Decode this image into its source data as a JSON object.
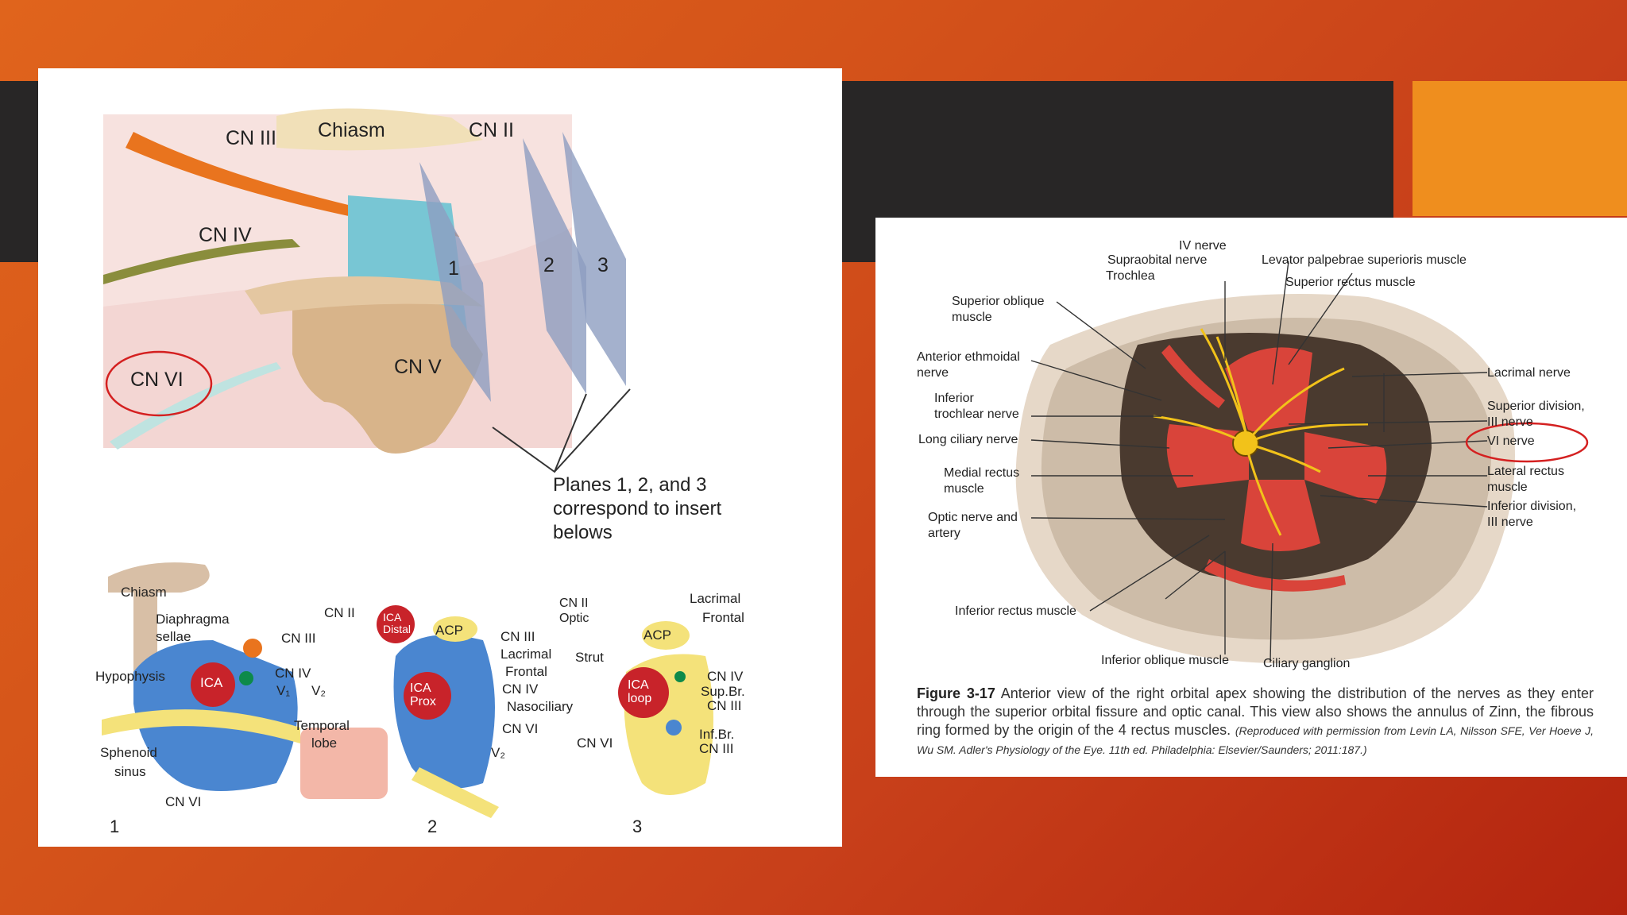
{
  "left_figure": {
    "top_labels": {
      "cn3": "CN III",
      "chiasm": "Chiasm",
      "cn2": "CN II",
      "cn4": "CN IV",
      "cn6": "CN VI",
      "cn5": "CN V",
      "plane1": "1",
      "plane2": "2",
      "plane3": "3"
    },
    "planes_note": [
      "Planes 1, 2, and 3",
      "correspond to insert",
      "belows"
    ],
    "insert1": {
      "chiasm": "Chiasm",
      "diaphragma1": "Diaphragma",
      "diaphragma2": "sellae",
      "hypophysis": "Hypophysis",
      "ica": "ICA",
      "cn3": "CN III",
      "cn4": "CN IV",
      "v1": "V₁",
      "v2": "V₂",
      "temporal1": "Temporal",
      "temporal2": "lobe",
      "sphenoid1": "Sphenoid",
      "sphenoid2": "sinus",
      "cn6": "CN VI",
      "num": "1"
    },
    "insert2": {
      "cn2": "CN II",
      "ica_distal1": "ICA",
      "ica_distal2": "Distal",
      "acp": "ACP",
      "cn3": "CN III",
      "lacrimal": "Lacrimal",
      "frontal": "Frontal",
      "ica_prox1": "ICA",
      "ica_prox2": "Prox",
      "cn4": "CN IV",
      "nasociliary": "Nasociliary",
      "cn6": "CN VI",
      "v2": "V₂",
      "num": "2"
    },
    "insert3": {
      "cn2_optic1": "CN II",
      "cn2_optic2": "Optic",
      "lacrimal": "Lacrimal",
      "frontal": "Frontal",
      "acp": "ACP",
      "strut": "Strut",
      "ica_loop1": "ICA",
      "ica_loop2": "loop",
      "cn4": "CN IV",
      "supbr1": "Sup.Br.",
      "supbr2": "CN III",
      "cn6": "CN VI",
      "infbr1": "Inf.Br.",
      "infbr2": "CN III",
      "num": "3"
    }
  },
  "right_figure": {
    "labels": {
      "iv_nerve": "IV nerve",
      "supraorbital": "Supraobital nerve",
      "trochlea": "Trochlea",
      "levator": "Levator palpebrae superioris muscle",
      "superior_rectus": "Superior rectus muscle",
      "superior_oblique1": "Superior oblique",
      "superior_oblique2": "muscle",
      "ant_ethmoidal1": "Anterior ethmoidal",
      "ant_ethmoidal2": "nerve",
      "lacrimal_nerve": "Lacrimal nerve",
      "inf_trochlear1": "Inferior",
      "inf_trochlear2": "trochlear nerve",
      "superior_division1": "Superior division,",
      "superior_division2": "III nerve",
      "long_ciliary": "Long ciliary nerve",
      "vi_nerve": "VI nerve",
      "medial_rectus1": "Medial rectus",
      "medial_rectus2": "muscle",
      "lateral_rectus1": "Lateral rectus",
      "lateral_rectus2": "muscle",
      "optic_nerve1": "Optic nerve and",
      "optic_nerve2": "artery",
      "inferior_division1": "Inferior division,",
      "inferior_division2": "III nerve",
      "inferior_rectus": "Inferior rectus muscle",
      "inferior_oblique": "Inferior oblique muscle",
      "ciliary_ganglion": "Ciliary ganglion"
    },
    "caption": {
      "figure_label": "Figure 3-17",
      "text": "Anterior view of the right orbital apex showing the distribution of the nerves as they enter through the superior orbital fissure and optic canal. This view also shows the annulus of Zinn, the fibrous ring formed by the origin of the 4 rectus muscles.",
      "citation": "(Reproduced with permission from Levin LA, Nilsson SFE, Ver Hoeve J, Wu SM. Adler's Physiology of the Eye. 11th ed. Philadelphia: Elsevier/Saunders; 2011:187.)"
    }
  },
  "colors": {
    "background_orange": "#d4531a",
    "dark_band": "#282626",
    "accent_square": "#ef8e1e",
    "highlight_circle": "#d42020",
    "muscle_red": "#d9443a",
    "nerve_yellow": "#f2c21a"
  }
}
